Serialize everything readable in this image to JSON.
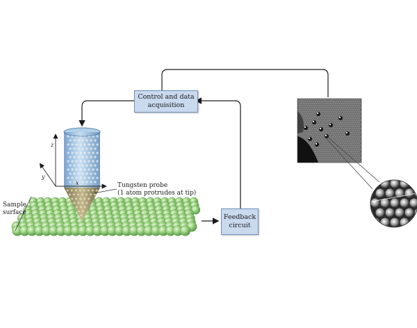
{
  "boxes": {
    "control": {
      "line1": "Control and data",
      "line2": "acquisition"
    },
    "feedback": {
      "line1": "Feedback",
      "line2": "circuit"
    }
  },
  "labels": {
    "probe_line1": "Tungsten probe",
    "probe_line2": "(1 atom protrudes at tip)",
    "sample_line1": "Sample",
    "sample_line2": "surface"
  },
  "axes": {
    "x": "x",
    "y": "y",
    "z": "z"
  },
  "colors": {
    "box_fill": "#c9d9ee",
    "box_border": "#6f8fb8",
    "arrow": "#1a1a1a",
    "atom_green": "#8ecf74",
    "probe_blue": "#8fb7d9",
    "probe_tip": "#9a8f6a"
  }
}
